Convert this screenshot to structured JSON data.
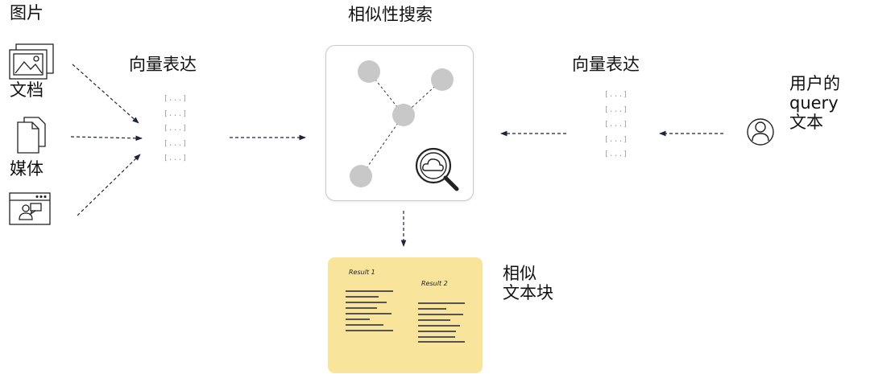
{
  "diagram": {
    "title": "相似性搜索",
    "left_sources": [
      {
        "label": "图片",
        "icon": "image-icon"
      },
      {
        "label": "文档",
        "icon": "document-icon"
      },
      {
        "label": "媒体",
        "icon": "media-icon"
      }
    ],
    "vector_label_left": "向量表达",
    "vector_label_right": "向量表达",
    "vector_rows": [
      "[...]",
      "[...]",
      "[...]",
      "[...]",
      "[...]"
    ],
    "user_label_lines": [
      "用户的",
      "query",
      "文本"
    ],
    "user_icon": "user-icon",
    "search_icon": "cloud-search-icon",
    "results": {
      "label_lines": [
        "相似",
        "文本块"
      ],
      "result1_title": "Result 1",
      "result2_title": "Result 2"
    },
    "colors": {
      "arrow": "#1f2340",
      "node": "#c8c8c8",
      "card": "#f8e59b",
      "text_line": "#1f2340"
    }
  }
}
